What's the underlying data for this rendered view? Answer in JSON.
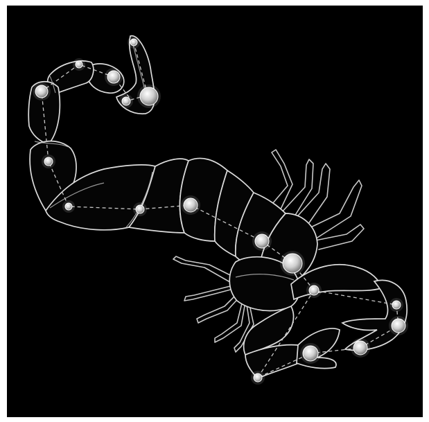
{
  "image": {
    "subject": "scorpion-constellation-drawing",
    "background_color": "#000000",
    "frame_color": "#ffffff",
    "line_color": "#dcdcdc",
    "star_color": "#f2f2f2"
  },
  "stars": [
    {
      "id": "tail-tip",
      "icon": "star-icon",
      "magnitude": 4
    },
    {
      "id": "sting-a",
      "icon": "star-icon",
      "magnitude": 3
    },
    {
      "id": "sting-b",
      "icon": "star-icon",
      "magnitude": 4
    },
    {
      "id": "sting-c",
      "icon": "star-icon",
      "magnitude": 1
    },
    {
      "id": "tail-1",
      "icon": "star-icon",
      "magnitude": 4
    },
    {
      "id": "tail-2",
      "icon": "star-icon",
      "magnitude": 2
    },
    {
      "id": "tail-3",
      "icon": "star-icon",
      "magnitude": 4
    },
    {
      "id": "body-1",
      "icon": "star-icon",
      "magnitude": 4
    },
    {
      "id": "body-2",
      "icon": "star-icon",
      "magnitude": 4
    },
    {
      "id": "body-3",
      "icon": "star-icon",
      "magnitude": 2
    },
    {
      "id": "body-4",
      "icon": "star-icon",
      "magnitude": 2
    },
    {
      "id": "antares",
      "icon": "star-icon",
      "magnitude": 1
    },
    {
      "id": "head",
      "icon": "star-icon",
      "magnitude": 3
    },
    {
      "id": "claw-r1",
      "icon": "star-icon",
      "magnitude": 4
    },
    {
      "id": "claw-r2",
      "icon": "star-icon",
      "magnitude": 2
    },
    {
      "id": "claw-l1",
      "icon": "star-icon",
      "magnitude": 2
    },
    {
      "id": "claw-l2",
      "icon": "star-icon",
      "magnitude": 2
    },
    {
      "id": "claw-l3",
      "icon": "star-icon",
      "magnitude": 4
    }
  ]
}
